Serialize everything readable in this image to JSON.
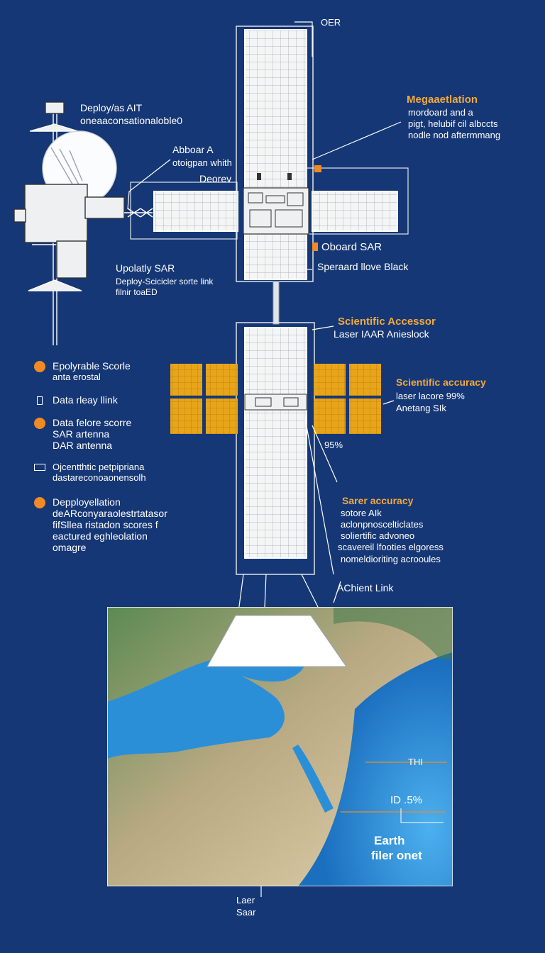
{
  "labels": {
    "oer": "OER",
    "deploy_air_title": "Deploy/as AIT",
    "deploy_air_sub": "oneaaconsationaloble0",
    "aboard_title": "Abboar A",
    "aboard_sub": "otoigpan whith",
    "deorev": "Deorev",
    "mega_title": "Megaaetlation",
    "mega_line1": "mordoard and a",
    "mega_line2": "pigt, helubif cil albccts",
    "mega_line3": "nodle nod aftermmang",
    "onboard_sar": "Oboard SAR",
    "speraard": "Speraard llove  Black",
    "uplotly_title": "Upolatly SAR",
    "uplotly_line1": "Deploy-Scicicler sorte link",
    "uplotly_line2": "filnir toaED",
    "sci_accessor_title": "Scientific Accessor",
    "sci_accessor_sub": "Laser IAAR Anieslock",
    "sci_accuracy_title": "Scientific accuracy",
    "sci_accuracy_line1": "laser lacore 99%",
    "sci_accuracy_line2": "Anetang SIk",
    "pct_95": "95%",
    "saver_title": "Sarer accuracy",
    "saver_line1": "sotore AIk",
    "saver_line2": "aclonpnoscelticlates",
    "saver_line3": "soliertific advoneo",
    "saver_line4": "scavereil lfooties elgoress",
    "saver_line5": "nomeldioriting acrooules",
    "achient_link": "AChient Link",
    "thi": "THI",
    "id_pct": "ID .5%",
    "earth_line1": "Earth",
    "earth_line2": "filer onet",
    "laser_line1": "Laer",
    "laser_line2": "Saar"
  },
  "legend": {
    "item1_title": "Epolyrable Scorle",
    "item1_sub": "anta erostal",
    "item2": "Data rleay llink",
    "item3_title": "Data felore scorre",
    "item3_sub1": "SAR artenna",
    "item3_sub2": "DAR antenna",
    "item4_line1": "Ojcentthtic petpipriana",
    "item4_line2": "dastareconoaonensolh",
    "item5_title": "Depployellation",
    "item5_line1": "deARconyaraolestrtatasor",
    "item5_line2": "fifSllea ristadon scores f",
    "item5_line3": "eactured eghleolation",
    "item5_line4": "omagre"
  },
  "colors": {
    "background": "#163775",
    "accent": "#f2a93b",
    "marker": "#f08a24",
    "solar_gold": "#e8a51a",
    "panel_white": "#f4f5f5",
    "ocean": "#2b8fd8"
  }
}
